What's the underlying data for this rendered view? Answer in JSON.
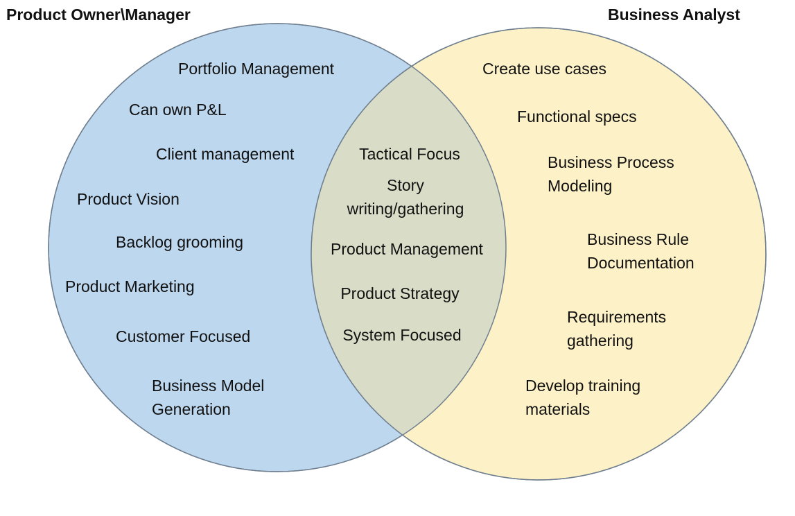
{
  "titles": {
    "left": "Product Owner\\Manager",
    "right": "Business Analyst"
  },
  "colors": {
    "left_fill": "#bdd7ee",
    "right_fill": "#fdf1c7",
    "overlap_fill": "#d9dcc7",
    "stroke": "#6f7f8f"
  },
  "left_only": [
    "Portfolio Management",
    "Can own P&L",
    "Client management",
    "Product Vision",
    "Backlog grooming",
    "Product Marketing",
    "Customer Focused",
    [
      "Business Model",
      "Generation"
    ]
  ],
  "overlap": [
    "Tactical Focus",
    [
      "Story",
      "writing/gathering"
    ],
    "Product Management",
    "Product Strategy",
    "System Focused"
  ],
  "right_only": [
    "Create use cases",
    "Functional specs",
    [
      "Business Process",
      "Modeling"
    ],
    [
      "Business Rule",
      "Documentation"
    ],
    [
      "Requirements",
      "gathering"
    ],
    [
      "Develop training",
      "materials"
    ]
  ]
}
